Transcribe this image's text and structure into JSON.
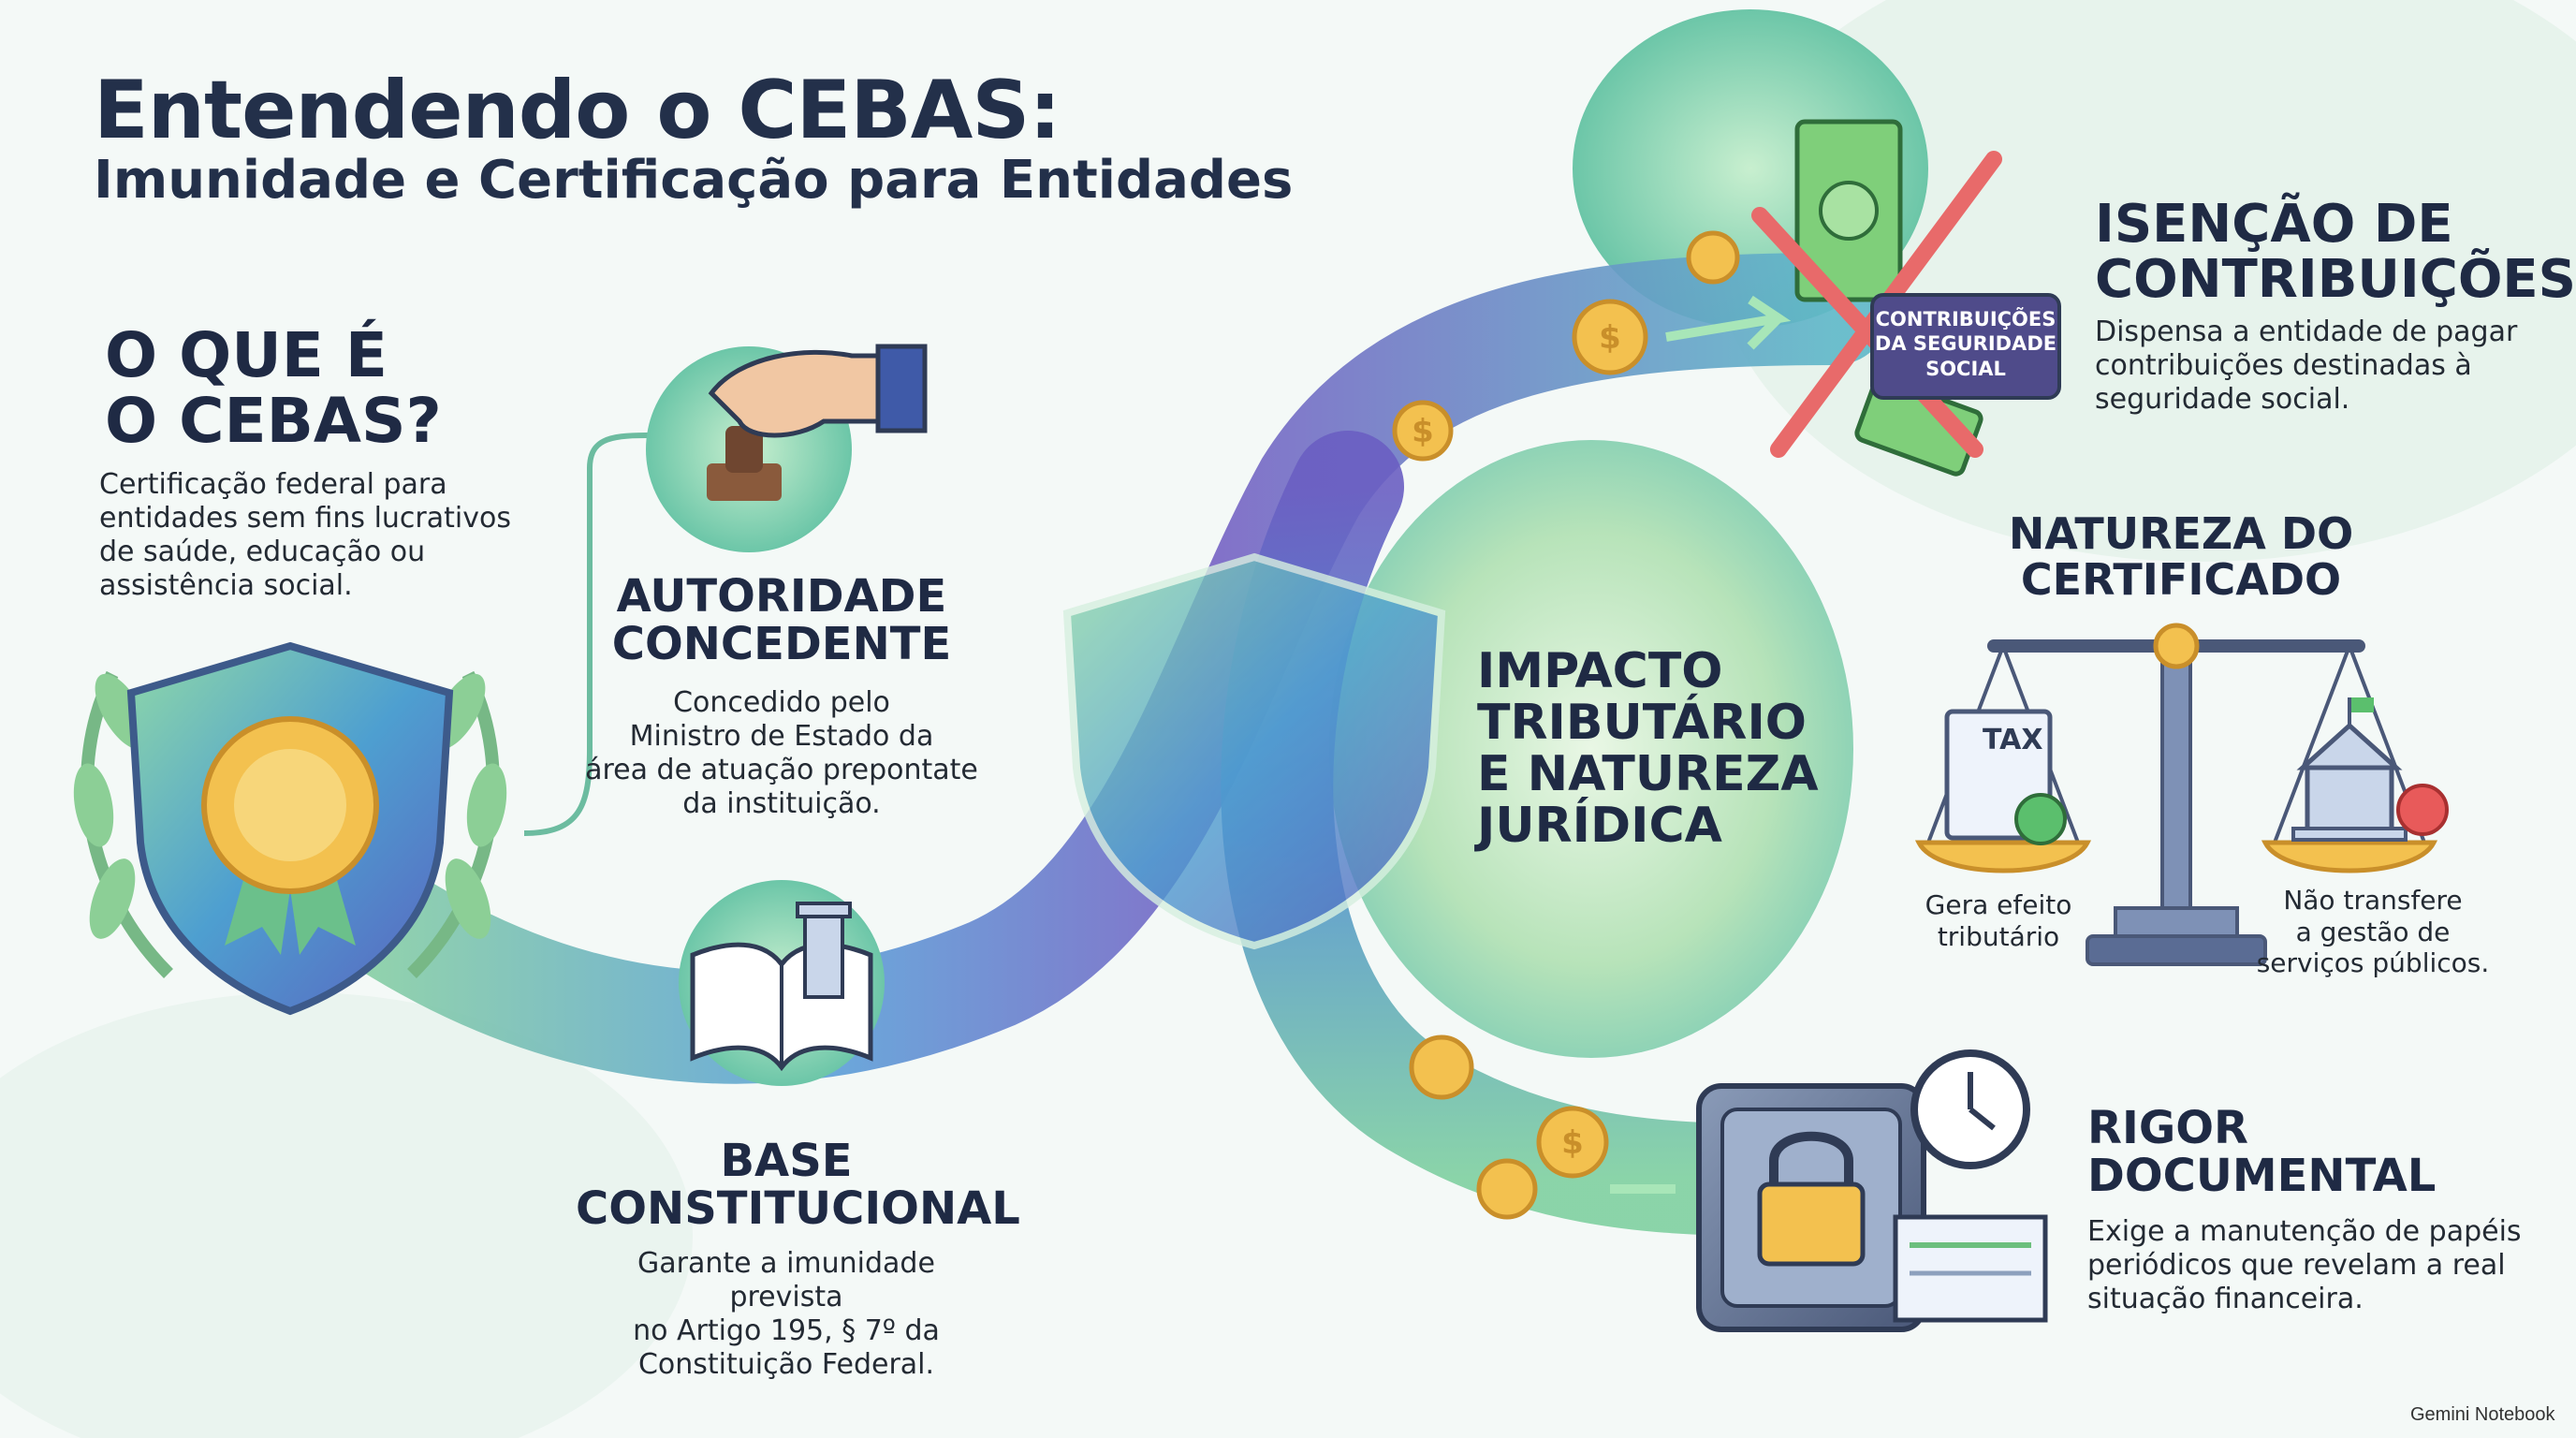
{
  "title": "Entendendo o CEBAS:",
  "subtitle": "Imunidade e Certificação para Entidades",
  "sections": {
    "what": {
      "heading": "O QUE É\nO CEBAS?",
      "text": "Certificação federal para\nentidades sem fins lucrativos\nde saúde, educação ou\nassistência social."
    },
    "authority": {
      "heading": "AUTORIDADE\nCONCEDENTE",
      "text": "Concedido pelo\nMinistro de Estado da\nárea de atuação prepontate\nda instituição."
    },
    "base": {
      "heading": "BASE\nCONSTITUCIONAL",
      "text": "Garante a imunidade prevista\nno Artigo 195, § 7º da\nConstituição Federal."
    },
    "impact": {
      "heading": "IMPACTO\nTRIBUTÁRIO\nE NATUREZA\nJURÍDICA"
    },
    "exemption": {
      "heading": "ISENÇÃO DE\nCONTRIBUIÇÕES",
      "text": "Dispensa a entidade de pagar\ncontribuições destinadas à\nseguridade social.",
      "badge": "CONTRIBUIÇÕES\nDA SEGURIDADE\nSOCIAL"
    },
    "nature": {
      "heading": "NATUREZA DO\nCERTIFICADO",
      "left_label": "Gera efeito\ntributário",
      "right_label": "Não transfere\na gestão de\nserviços públicos.",
      "tax_label": "TAX"
    },
    "rigor": {
      "heading": "RIGOR\nDOCUMENTAL",
      "text": "Exige a manutenção de papéis\nperiódicos que revelam a real\nsituação financeira."
    }
  },
  "coin_symbol": "$",
  "brand": "Gemini Notebook",
  "colors": {
    "ink": "#1f2a44",
    "green": "#7fcf8a",
    "blue": "#5b7fd6",
    "purple": "#7a63c9",
    "gold": "#f3c14f"
  }
}
